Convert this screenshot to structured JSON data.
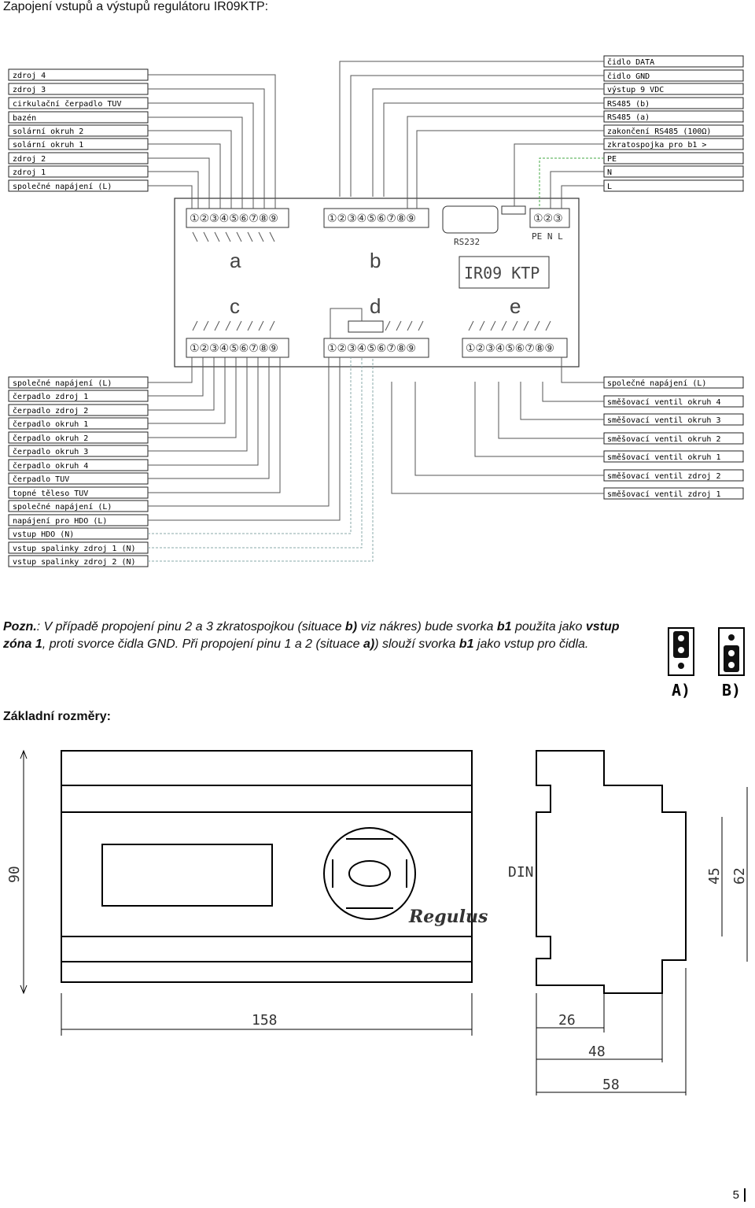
{
  "page_title": "Zapojení vstupů a výstupů regulátoru IR09KTP:",
  "labels_left_top": [
    "zdroj 4",
    "zdroj 3",
    "cirkulační čerpadlo TUV",
    "bazén",
    "solární okruh 2",
    "solární okruh 1",
    "zdroj 2",
    "zdroj 1",
    "společné napájení (L)"
  ],
  "labels_right_top": [
    "čidlo DATA",
    "čidlo GND",
    "výstup 9 VDC",
    "RS485 (b)",
    "RS485 (a)",
    "zakončení RS485 (100Ω)",
    "zkratospojka pro b1 >",
    "PE",
    "N",
    "L"
  ],
  "labels_left_bottom": [
    "společné napájení (L)",
    "čerpadlo zdroj 1",
    "čerpadlo zdroj 2",
    "čerpadlo okruh 1",
    "čerpadlo okruh 2",
    "čerpadlo okruh 3",
    "čerpadlo okruh 4",
    "čerpadlo TUV",
    "topné těleso TUV",
    "společné napájení (L)",
    "napájení pro HDO (L)",
    "vstup HDO (N)",
    "vstup spalinky zdroj 1 (N)",
    "vstup spalinky zdroj 2 (N)"
  ],
  "labels_right_bottom": [
    "společné napájení (L)",
    "směšovací ventil okruh 4",
    "směšovací ventil okruh 3",
    "směšovací ventil okruh 2",
    "směšovací ventil okruh 1",
    "směšovací ventil zdroj 2",
    "směšovací ventil zdroj 1"
  ],
  "device": {
    "group_a": "a",
    "group_b": "b",
    "group_c": "c",
    "group_d": "d",
    "group_e": "e",
    "rs232": "RS232",
    "pe_n_l": "PE N L",
    "model": "IR09 KTP",
    "terminals": "①②③④⑤⑥⑦⑧⑨",
    "terminals3": "①②③"
  },
  "note": {
    "prefix": "Pozn.",
    "t1": ": V případě propojení pinu 2 a 3 zkratospojkou (situace ",
    "b1": "b)",
    "t2": " viz nákres) bude svorka ",
    "b2": "b1",
    "t3": " použita jako ",
    "b3": "vstup zóna 1",
    "t4": ", proti svorce čidla GND. Při propojení pinu 1 a 2 (situace ",
    "b4": "a)",
    "t5": ") slouží svorka ",
    "b5": "b1",
    "t6": " jako vstup pro čidla."
  },
  "jumpers": {
    "a": "A)",
    "b": "B)"
  },
  "dimensions_title": "Základní rozměry:",
  "dims": {
    "height": "90",
    "width": "158",
    "din": "DIN",
    "d45": "45",
    "d62": "62",
    "d26": "26",
    "d48": "48",
    "d58": "58"
  },
  "brand": "Regulus",
  "page_number": "5"
}
